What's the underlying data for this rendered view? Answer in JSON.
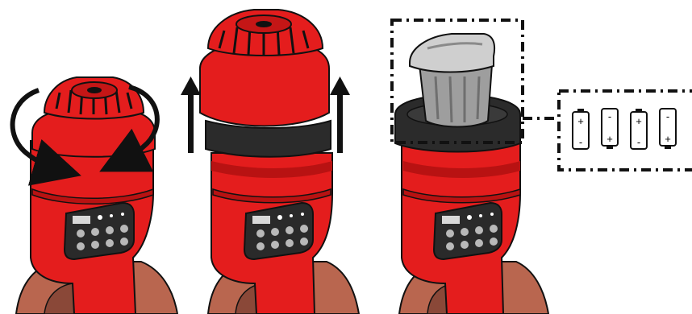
{
  "illustration": {
    "steps": [
      {
        "step": 1,
        "action": "rotate-cap",
        "arrow_direction": "counter-clockwise"
      },
      {
        "step": 2,
        "action": "pull-cap-off",
        "arrow_direction": "up"
      },
      {
        "step": 3,
        "action": "remove-battery-holder",
        "callout": "batteries"
      }
    ],
    "battery_count": 4,
    "colors": {
      "body_red": "#e41d1d",
      "body_dark_red": "#b81212",
      "outline": "#111111",
      "hand_skin": "#b9664f",
      "hand_dark": "#8a4838",
      "keypad_bg": "#2a2a2a",
      "key_gray": "#b9b9b9",
      "holder_gray": "#9e9e9e",
      "holder_light": "#cfcfcf",
      "ring_black": "#2b2b2b"
    },
    "icons": [
      "rotate-arrow-icon",
      "up-arrow-icon",
      "battery-icon"
    ]
  }
}
